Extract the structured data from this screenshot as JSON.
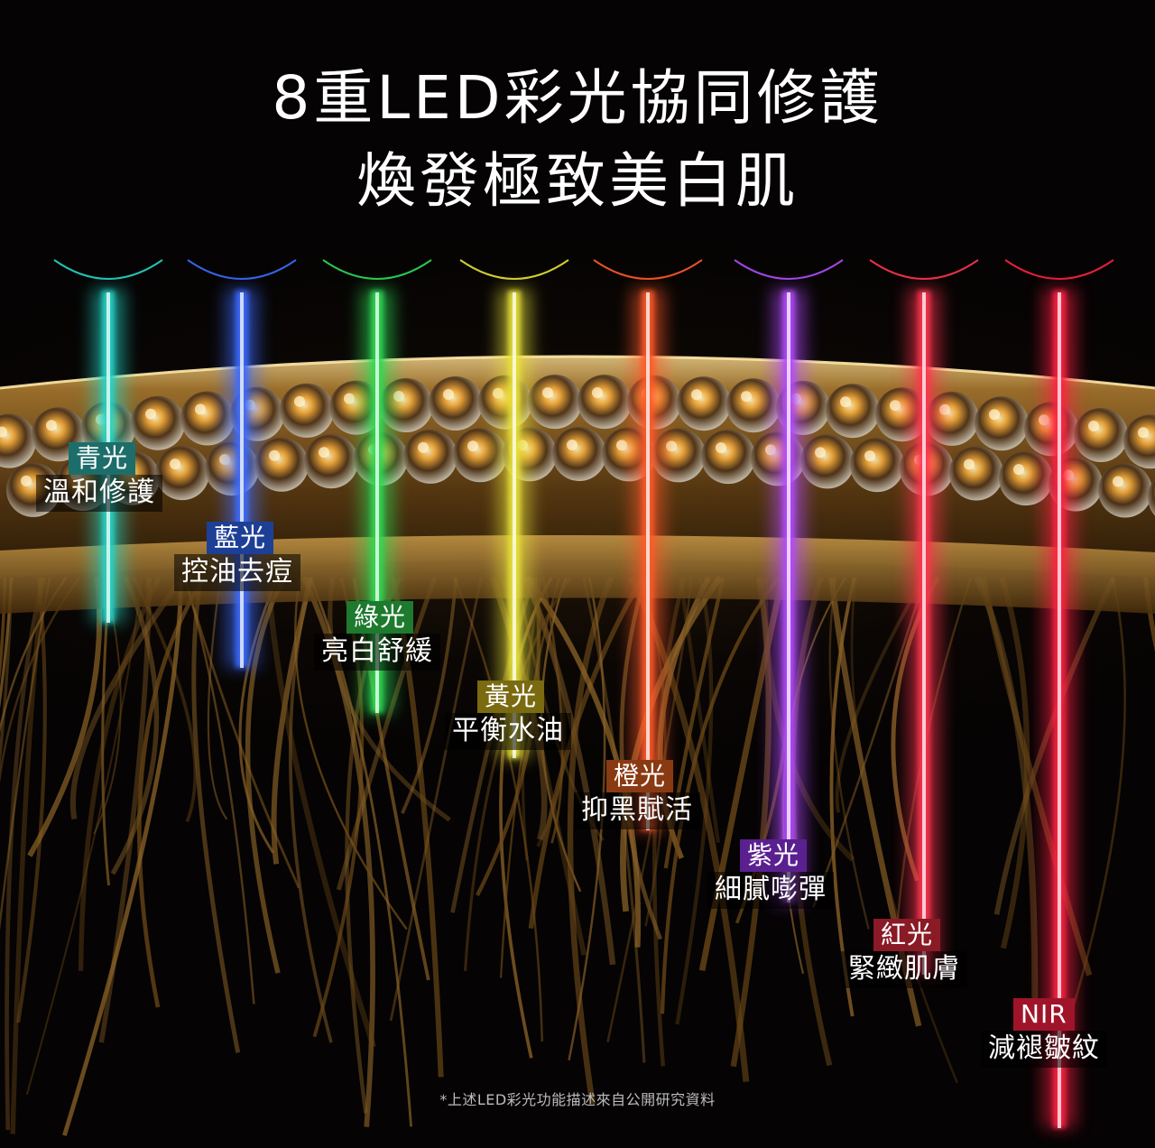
{
  "title": {
    "line1": "8重LED彩光協同修護",
    "line2": "煥發極致美白肌"
  },
  "lights": [
    {
      "name": "青光",
      "effect": "溫和修護",
      "color": "#27d6c8",
      "tag_color": "#1d6e6a"
    },
    {
      "name": "藍光",
      "effect": "控油去痘",
      "color": "#3d6cff",
      "tag_color": "#1e3f96"
    },
    {
      "name": "綠光",
      "effect": "亮白舒緩",
      "color": "#2fdc55",
      "tag_color": "#1d7a2e"
    },
    {
      "name": "黃光",
      "effect": "平衡水油",
      "color": "#e8e23a",
      "tag_color": "#7a6a10"
    },
    {
      "name": "橙光",
      "effect": "抑黑賦活",
      "color": "#ff5a2a",
      "tag_color": "#8a3a12"
    },
    {
      "name": "紫光",
      "effect": "細膩嘭彈",
      "color": "#b34cff",
      "tag_color": "#5a2090"
    },
    {
      "name": "紅光",
      "effect": "緊緻肌膚",
      "color": "#ff3550",
      "tag_color": "#8a1a26"
    },
    {
      "name": "NIR",
      "effect": "減褪皺紋",
      "color": "#ff2244",
      "tag_color": "#a0142a"
    }
  ],
  "footnote": "*上述LED彩光功能描述來自公開研究資料"
}
